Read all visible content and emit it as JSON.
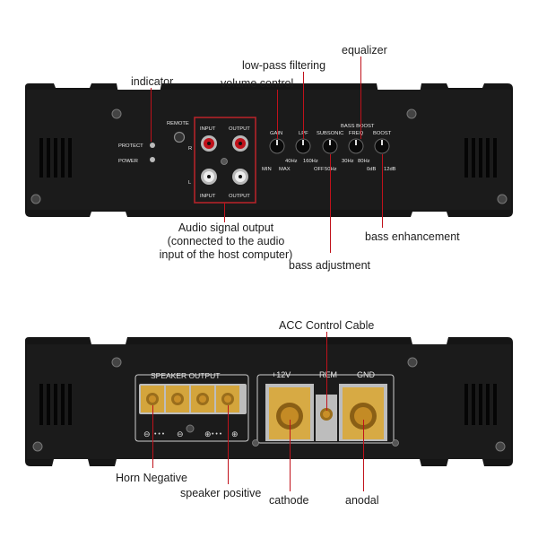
{
  "colors": {
    "panel": "#141414",
    "label": "#e8e8e8",
    "callout_line": "#c0121b",
    "highlight_box": "#b3232a",
    "brass": "#c9952a"
  },
  "top_panel": {
    "callouts": {
      "indicator": "indicator",
      "volume_control": "volume control",
      "low_pass_filtering": "low-pass filtering",
      "equalizer": "equalizer",
      "audio_signal_output_1": "Audio signal output",
      "audio_signal_output_2": "(connected to the audio",
      "audio_signal_output_3": "input of the host computer)",
      "bass_adjustment": "bass adjustment",
      "bass_enhancement": "bass enhancement"
    },
    "labels": {
      "remote": "REMOTE",
      "protect": "PROTECT",
      "power": "POWER",
      "r": "R",
      "l": "L",
      "input_top": "INPUT",
      "output_top": "OUTPUT",
      "input_bottom": "INPUT",
      "output_bottom": "OUTPUT",
      "gain": "GAIN",
      "lpf": "LPF",
      "subsonic": "SUBSONIC",
      "bass_boost": "BASS BOOST",
      "freq": "FREQ",
      "boost": "BOOST",
      "min": "MIN",
      "max": "MAX",
      "hz40": "40Hz",
      "hz160": "160Hz",
      "off": "OFF",
      "hz50": "50Hz",
      "hz30": "30Hz",
      "hz80": "80Hz",
      "db0": "0dB",
      "db12": "12dB"
    }
  },
  "bottom_panel": {
    "callouts": {
      "acc_control_cable": "ACC Control Cable",
      "horn_negative": "Horn Negative",
      "speaker_positive": "speaker positive",
      "cathode": "cathode",
      "anodal": "anodal"
    },
    "labels": {
      "speaker_output": "SPEAKER OUTPUT",
      "plus12v": "+12V",
      "rem": "REM",
      "gnd": "GND"
    }
  }
}
